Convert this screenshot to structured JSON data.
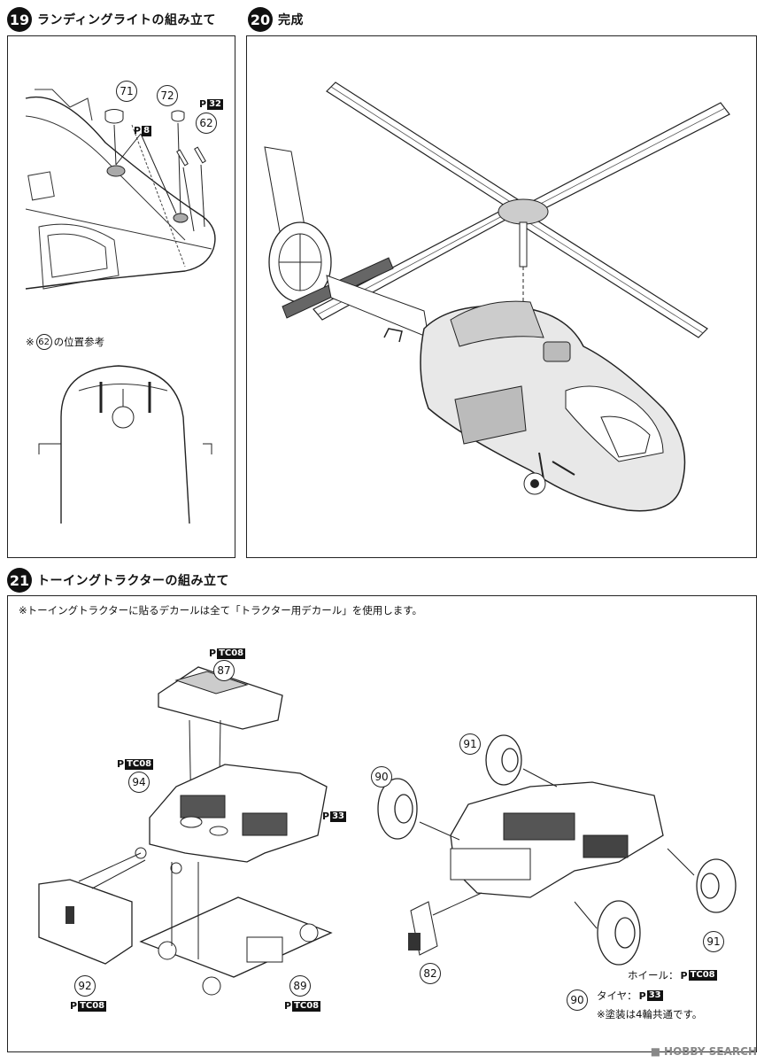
{
  "step19": {
    "number": "19",
    "title": "ランディングライトの組み立て"
  },
  "step20": {
    "number": "20",
    "title": "完成"
  },
  "step21": {
    "number": "21",
    "title": "トーイングトラクターの組み立て",
    "note": "※トーイングトラクターに貼るデカールは全て「トラクター用デカール」を使用します。"
  },
  "step19_parts": {
    "p71": "71",
    "p72": "72",
    "p62": "62",
    "paint_p8": "8",
    "paint_p32": "32",
    "ref_note": "※",
    "ref_part": "62",
    "ref_text": "の位置参考"
  },
  "step21_parts": {
    "p87": "87",
    "p94": "94",
    "p92": "92",
    "p89": "89",
    "p82": "82",
    "p90a": "90",
    "p91a": "91",
    "p90b": "90",
    "p91b": "91",
    "paint_tc08": "TC08",
    "paint_33": "33",
    "wheel_label": "ホイール：",
    "tire_label": "タイヤ：",
    "common_note": "※塗装は4輪共通です。"
  },
  "paint_prefix": "P",
  "watermark": "HOBBY SEARCH"
}
